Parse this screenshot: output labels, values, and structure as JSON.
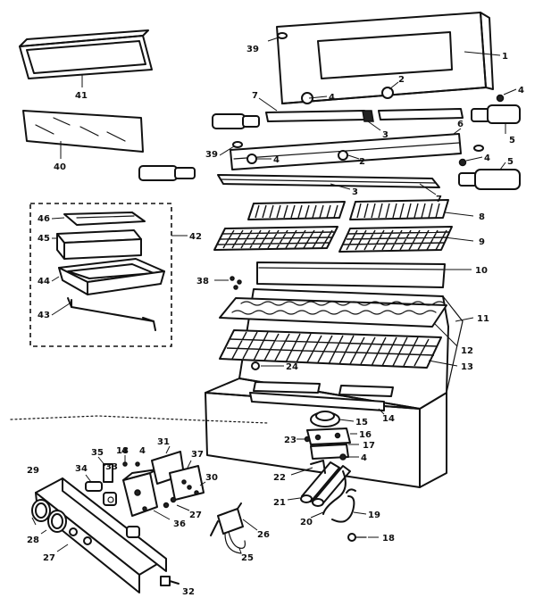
{
  "callouts": [
    {
      "id": "c1",
      "label": "1"
    },
    {
      "id": "c2a",
      "label": "2"
    },
    {
      "id": "c2b",
      "label": "2"
    },
    {
      "id": "c3a",
      "label": "3"
    },
    {
      "id": "c3b",
      "label": "3"
    },
    {
      "id": "c4a",
      "label": "4"
    },
    {
      "id": "c4b",
      "label": "4"
    },
    {
      "id": "c4c",
      "label": "4"
    },
    {
      "id": "c4d",
      "label": "4"
    },
    {
      "id": "c4e",
      "label": "4"
    },
    {
      "id": "c4f",
      "label": "4"
    },
    {
      "id": "c4g",
      "label": "4"
    },
    {
      "id": "c5a",
      "label": "5"
    },
    {
      "id": "c5b",
      "label": "5"
    },
    {
      "id": "c6",
      "label": "6"
    },
    {
      "id": "c7a",
      "label": "7"
    },
    {
      "id": "c7b",
      "label": "7"
    },
    {
      "id": "c8",
      "label": "8"
    },
    {
      "id": "c9",
      "label": "9"
    },
    {
      "id": "c10",
      "label": "10"
    },
    {
      "id": "c11",
      "label": "11"
    },
    {
      "id": "c12",
      "label": "12"
    },
    {
      "id": "c13",
      "label": "13"
    },
    {
      "id": "c14",
      "label": "14"
    },
    {
      "id": "c15",
      "label": "15"
    },
    {
      "id": "c16",
      "label": "16"
    },
    {
      "id": "c17",
      "label": "17"
    },
    {
      "id": "c18a",
      "label": "18"
    },
    {
      "id": "c18b",
      "label": "18"
    },
    {
      "id": "c19",
      "label": "19"
    },
    {
      "id": "c20",
      "label": "20"
    },
    {
      "id": "c21",
      "label": "21"
    },
    {
      "id": "c22",
      "label": "22"
    },
    {
      "id": "c23",
      "label": "23"
    },
    {
      "id": "c24",
      "label": "24"
    },
    {
      "id": "c25",
      "label": "25"
    },
    {
      "id": "c26",
      "label": "26"
    },
    {
      "id": "c27a",
      "label": "27"
    },
    {
      "id": "c27b",
      "label": "27"
    },
    {
      "id": "c28",
      "label": "28"
    },
    {
      "id": "c29",
      "label": "29"
    },
    {
      "id": "c30",
      "label": "30"
    },
    {
      "id": "c31",
      "label": "31"
    },
    {
      "id": "c32",
      "label": "32"
    },
    {
      "id": "c33",
      "label": "33"
    },
    {
      "id": "c34",
      "label": "34"
    },
    {
      "id": "c35",
      "label": "35"
    },
    {
      "id": "c36",
      "label": "36"
    },
    {
      "id": "c37",
      "label": "37"
    },
    {
      "id": "c38",
      "label": "38"
    },
    {
      "id": "c39a",
      "label": "39"
    },
    {
      "id": "c39b",
      "label": "39"
    },
    {
      "id": "c40",
      "label": "40"
    },
    {
      "id": "c41",
      "label": "41"
    },
    {
      "id": "c42",
      "label": "42"
    },
    {
      "id": "c43",
      "label": "43"
    },
    {
      "id": "c44",
      "label": "44"
    },
    {
      "id": "c45",
      "label": "45"
    },
    {
      "id": "c46",
      "label": "46"
    }
  ]
}
